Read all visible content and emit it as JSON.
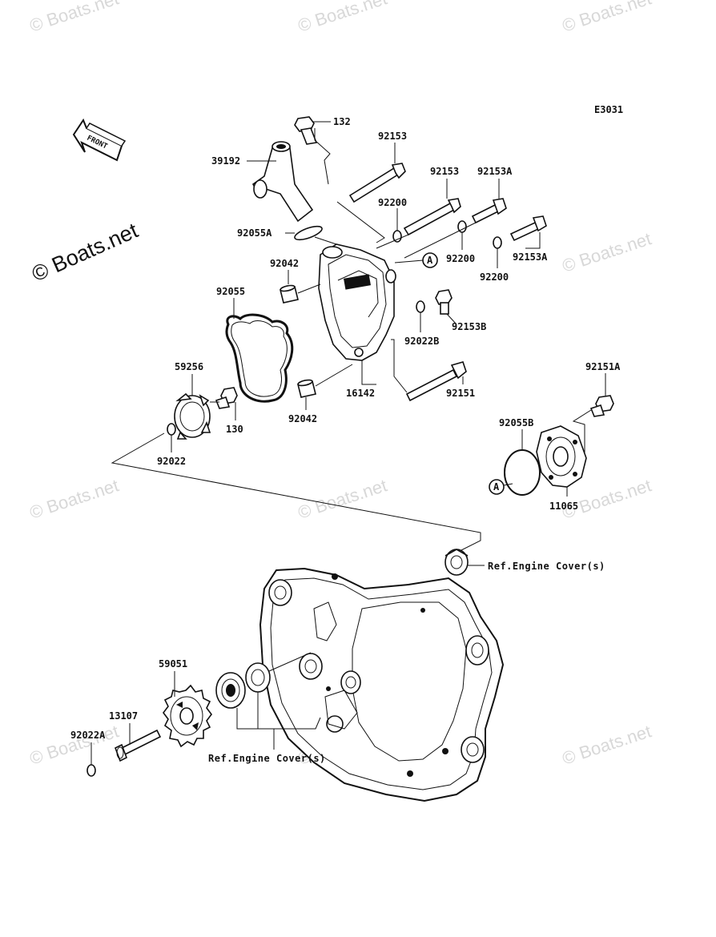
{
  "diagram_code": "E3031",
  "front_label": "FRONT",
  "watermark": "© Boats.net",
  "callout_letter": "A",
  "parts": {
    "p132": "132",
    "p39192": "39192",
    "p92153_a": "92153",
    "p92153_b": "92153",
    "p92153A_a": "92153A",
    "p92153A_b": "92153A",
    "p92200_a": "92200",
    "p92200_b": "92200",
    "p92200_c": "92200",
    "p92055A": "92055A",
    "p92042_a": "92042",
    "p92042_b": "92042",
    "p92055": "92055",
    "p92153B": "92153B",
    "p92022B": "92022B",
    "p16142": "16142",
    "p92151": "92151",
    "p59256": "59256",
    "p130": "130",
    "p92022": "92022",
    "p92151A": "92151A",
    "p92055B": "92055B",
    "p11065": "11065",
    "p59051": "59051",
    "p13107": "13107",
    "p92022A": "92022A"
  },
  "references": {
    "engine_cover_top": "Ref.Engine Cover(s)",
    "engine_cover_bottom": "Ref.Engine Cover(s)"
  }
}
